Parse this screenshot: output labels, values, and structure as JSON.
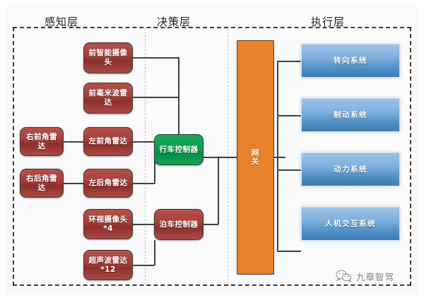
{
  "diagram": {
    "layers": [
      {
        "id": "perception",
        "label": "感知层"
      },
      {
        "id": "decision",
        "label": "决策层"
      },
      {
        "id": "execution",
        "label": "执行层"
      }
    ],
    "perception_nodes": [
      {
        "id": "front-smart-camera",
        "label": "前智能摄像头"
      },
      {
        "id": "front-mmwave-radar",
        "label": "前毫米波雷达"
      },
      {
        "id": "front-right-corner-radar",
        "label": "右前角雷达"
      },
      {
        "id": "front-left-corner-radar",
        "label": "左前角雷达"
      },
      {
        "id": "rear-right-corner-radar",
        "label": "右后角雷达"
      },
      {
        "id": "rear-left-corner-radar",
        "label": "左后角雷达"
      },
      {
        "id": "surround-view-camera",
        "label": "环视摄像头*4"
      },
      {
        "id": "ultrasonic-radar",
        "label": "超声波雷达*12"
      }
    ],
    "decision_nodes": [
      {
        "id": "driving-controller",
        "label": "行车控制器",
        "color": "green"
      },
      {
        "id": "parking-controller",
        "label": "泊车控制器",
        "color": "red"
      }
    ],
    "gateway": {
      "id": "gateway",
      "label": "网关"
    },
    "execution_nodes": [
      {
        "id": "steering-system",
        "label": "转向系统"
      },
      {
        "id": "braking-system",
        "label": "制动系统"
      },
      {
        "id": "powertrain-system",
        "label": "动力系统"
      },
      {
        "id": "hmi-system",
        "label": "人机交互系统"
      }
    ],
    "colors": {
      "sensor_red": "#a5403c",
      "controller_green": "#0fa052",
      "gateway_orange": "#e8812b",
      "actuator_blue": "#6fa3d4",
      "frame_dash": "#3a3a3a",
      "connector": "#404040"
    }
  },
  "watermark": {
    "text": "九章智驾",
    "icon": "wechat-icon"
  }
}
